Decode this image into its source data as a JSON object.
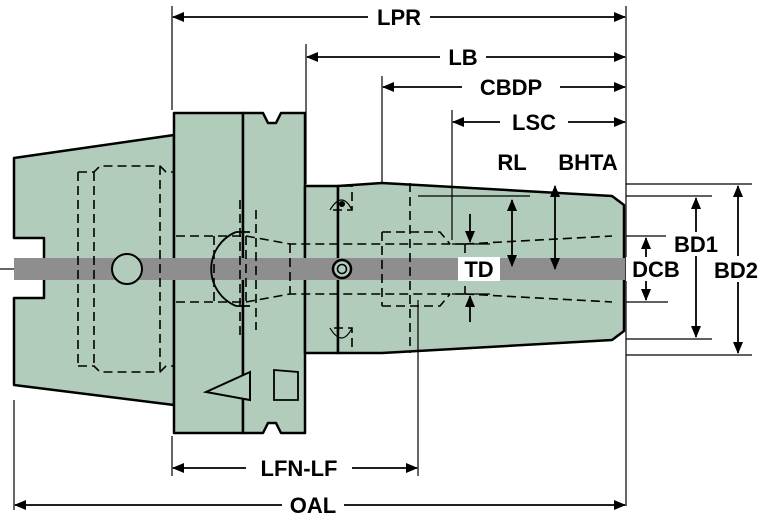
{
  "diagram": {
    "title": "Shrink-fit tool holder dimension drawing",
    "colors": {
      "body": "#b2ccbc",
      "center_band": "#8e8e8e",
      "outline": "#000000",
      "background": "#ffffff"
    },
    "labels": {
      "lpr": "LPR",
      "lb": "LB",
      "cbdp": "CBDP",
      "lsc": "LSC",
      "rl": "RL",
      "bhta": "BHTA",
      "bd1": "BD1",
      "bd2": "BD2",
      "td": "TD",
      "dcb": "DCB",
      "lfn_lf": "LFN-LF",
      "oal": "OAL"
    }
  }
}
